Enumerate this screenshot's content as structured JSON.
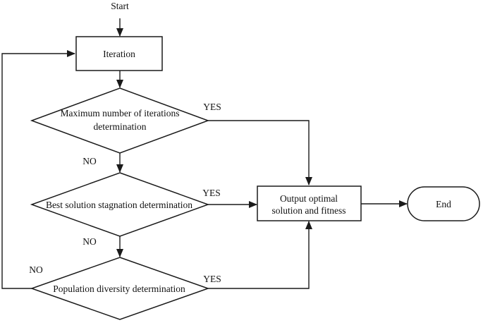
{
  "figure": {
    "type": "flowchart",
    "background_color": "#ffffff",
    "line_color": "#1a1a1a",
    "text_color": "#111111"
  },
  "nodes": {
    "start": {
      "shape": "label",
      "label": "Start"
    },
    "iteration": {
      "shape": "process",
      "label": "Iteration"
    },
    "max_iterations": {
      "shape": "decision",
      "lines": [
        "Maximum number of iterations",
        "determination"
      ]
    },
    "stagnation": {
      "shape": "decision",
      "label": "Best solution stagnation determination"
    },
    "diversity": {
      "shape": "decision",
      "label": "Population diversity determination"
    },
    "output": {
      "shape": "process",
      "lines": [
        "Output optimal",
        "solution and fitness"
      ]
    },
    "end": {
      "shape": "terminator",
      "label": "End"
    }
  },
  "edge_labels": {
    "max_yes": "YES",
    "max_no": "NO",
    "stagnation_yes": "YES",
    "stagnation_no": "NO",
    "diversity_yes": "YES",
    "diversity_no": "NO"
  }
}
